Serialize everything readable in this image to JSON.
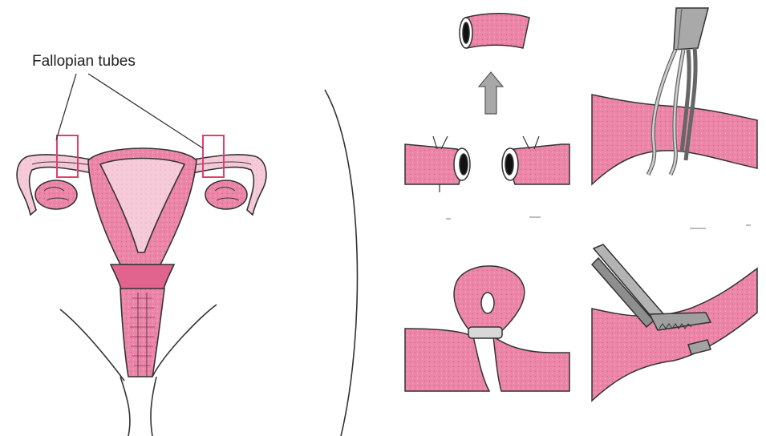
{
  "diagram": {
    "label": "Fallopian tubes"
  },
  "colors": {
    "tissue": "#e8749a",
    "tissue_light": "#f3c2d3",
    "tissue_dark": "#c24f78",
    "outline": "#333333",
    "highlight_box": "#e0406e",
    "instrument": "#9a9a9a",
    "instrument_dark": "#6e6e6e"
  },
  "panels": [
    {
      "id": "anatomy",
      "content": "uterus-with-fallopian-tubes"
    },
    {
      "id": "cut-and-tie",
      "content": "tube-segment-removed"
    },
    {
      "id": "clip",
      "content": "clip-forceps-on-tube"
    },
    {
      "id": "ring",
      "content": "ring-band-on-loop"
    },
    {
      "id": "cautery",
      "content": "grasping-forceps-on-tube"
    }
  ]
}
